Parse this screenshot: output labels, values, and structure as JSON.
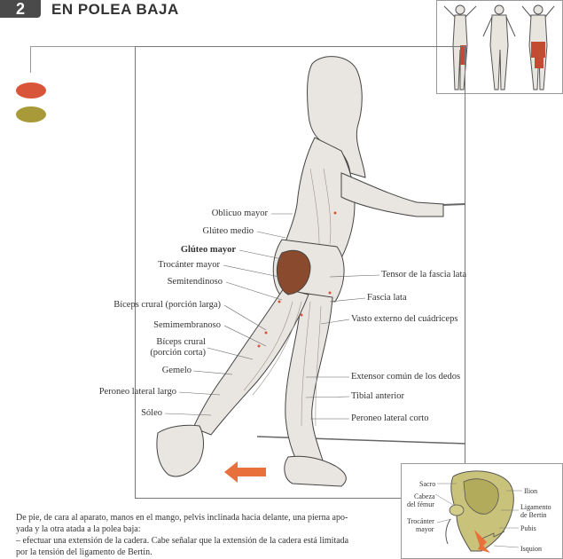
{
  "header": {
    "number": "2",
    "title": "EN POLEA BAJA"
  },
  "colors": {
    "primary_muscle": "#d8553a",
    "secondary_muscle": "#a89a38",
    "accent_arrow": "#e8703a"
  },
  "labels_left": [
    "Oblicuo mayor",
    "Glúteo medio",
    "Glúteo mayor",
    "Trocánter mayor",
    "Semitendinoso",
    "Bíceps crural (porción larga)",
    "Semimembranoso",
    "Bíceps crural",
    "(porción corta)",
    "Gemelo",
    "Peroneo lateral largo",
    "Sóleo"
  ],
  "labels_right": [
    "Tensor de la fascia lata",
    "Fascia lata",
    "Vasto externo del cuádriceps",
    "Extensor común de los dedos",
    "Tibial anterior",
    "Peroneo lateral corto"
  ],
  "inset_labels": {
    "sacro": "Sacro",
    "cabeza1": "Cabeza",
    "cabeza2": "del fémur",
    "trocanter1": "Trocánter",
    "trocanter2": "mayor",
    "ilion": "Ilion",
    "ligamento1": "Ligamento",
    "ligamento2": "de Bertin",
    "pubis": "Pubis",
    "isquion": "Isquion"
  },
  "description": {
    "line1": "De pie, de cara al aparato, manos en el mango, pelvis inclinada hacia delante, una pierna apo-",
    "line2": "yada y la otra atada a la polea baja:",
    "line3": "–  efectuar una extensión de la cadera. Cabe señalar que la extensión de la cadera está limitada",
    "line4": "por la tensión del ligamento de Bertin."
  }
}
